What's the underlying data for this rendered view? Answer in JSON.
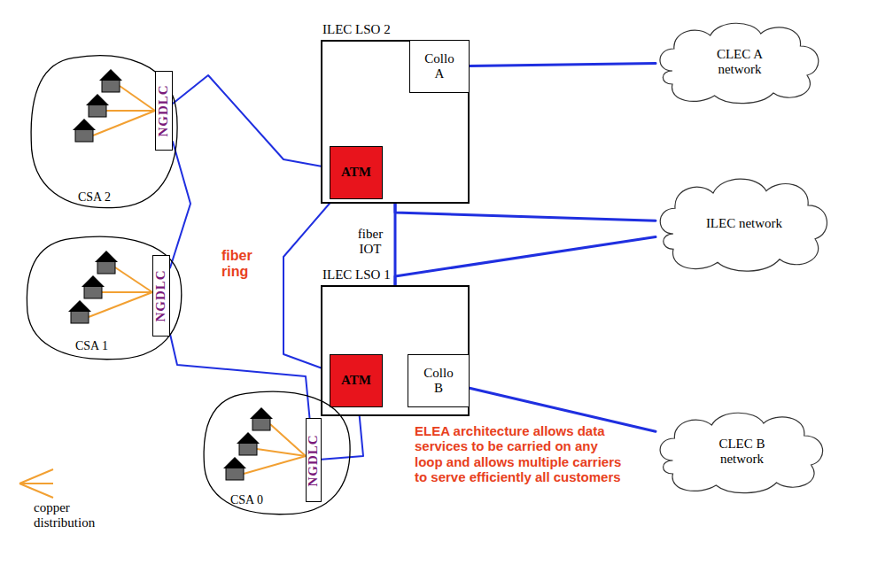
{
  "diagram": {
    "nodes": [
      {
        "text": [
          "ILEC LSO 2"
        ]
      },
      {
        "text": [
          "Collo A"
        ],
        "in": 0
      },
      {
        "text": [
          "ATM"
        ],
        "in": 0
      },
      {
        "text": [
          "ILEC LSO 1"
        ]
      },
      {
        "text": [
          "ATM"
        ],
        "in": 3
      },
      {
        "text": [
          "Collo B"
        ],
        "in": 3
      },
      {
        "text": [
          "CLEC A network"
        ]
      },
      {
        "text": [
          "ILEC network"
        ]
      },
      {
        "text": [
          "CLEC B network"
        ]
      },
      {
        "text": [
          "CSA 2"
        ]
      },
      {
        "text": [
          "NGDLC"
        ],
        "in": 9
      },
      {
        "text": [
          "CSA 1"
        ]
      },
      {
        "text": [
          "NGDLC"
        ],
        "in": 11
      },
      {
        "text": [
          "CSA 0"
        ]
      },
      {
        "text": [
          "NGDLC"
        ],
        "in": 13
      }
    ],
    "edges": [
      {
        "from": 1,
        "to": 6,
        "arrow": "none"
      },
      {
        "from": 2,
        "to": 1,
        "arrow": "none"
      },
      {
        "from": 0,
        "to": 7,
        "arrow": "none"
      },
      {
        "from": 0,
        "to": 3,
        "label": "fiber IOT",
        "arrow": "none"
      },
      {
        "from": 3,
        "to": 7,
        "arrow": "none"
      },
      {
        "from": 4,
        "to": 5,
        "arrow": "none"
      },
      {
        "from": 5,
        "to": 8,
        "arrow": "none"
      },
      {
        "from": 10,
        "to": 2,
        "arrow": "none"
      },
      {
        "from": 2,
        "to": 4,
        "arrow": "none"
      },
      {
        "from": 4,
        "to": 14,
        "arrow": "none"
      },
      {
        "from": 14,
        "to": 12,
        "arrow": "none"
      },
      {
        "from": 12,
        "to": 10,
        "arrow": "none"
      }
    ],
    "labels": [
      "fiber ring",
      "ELEA architecture allows data services to be carried on any loop and allows multiple carriers to serve efficiently all customers"
    ],
    "legend": [
      {
        "text": "copper distribution"
      }
    ]
  }
}
